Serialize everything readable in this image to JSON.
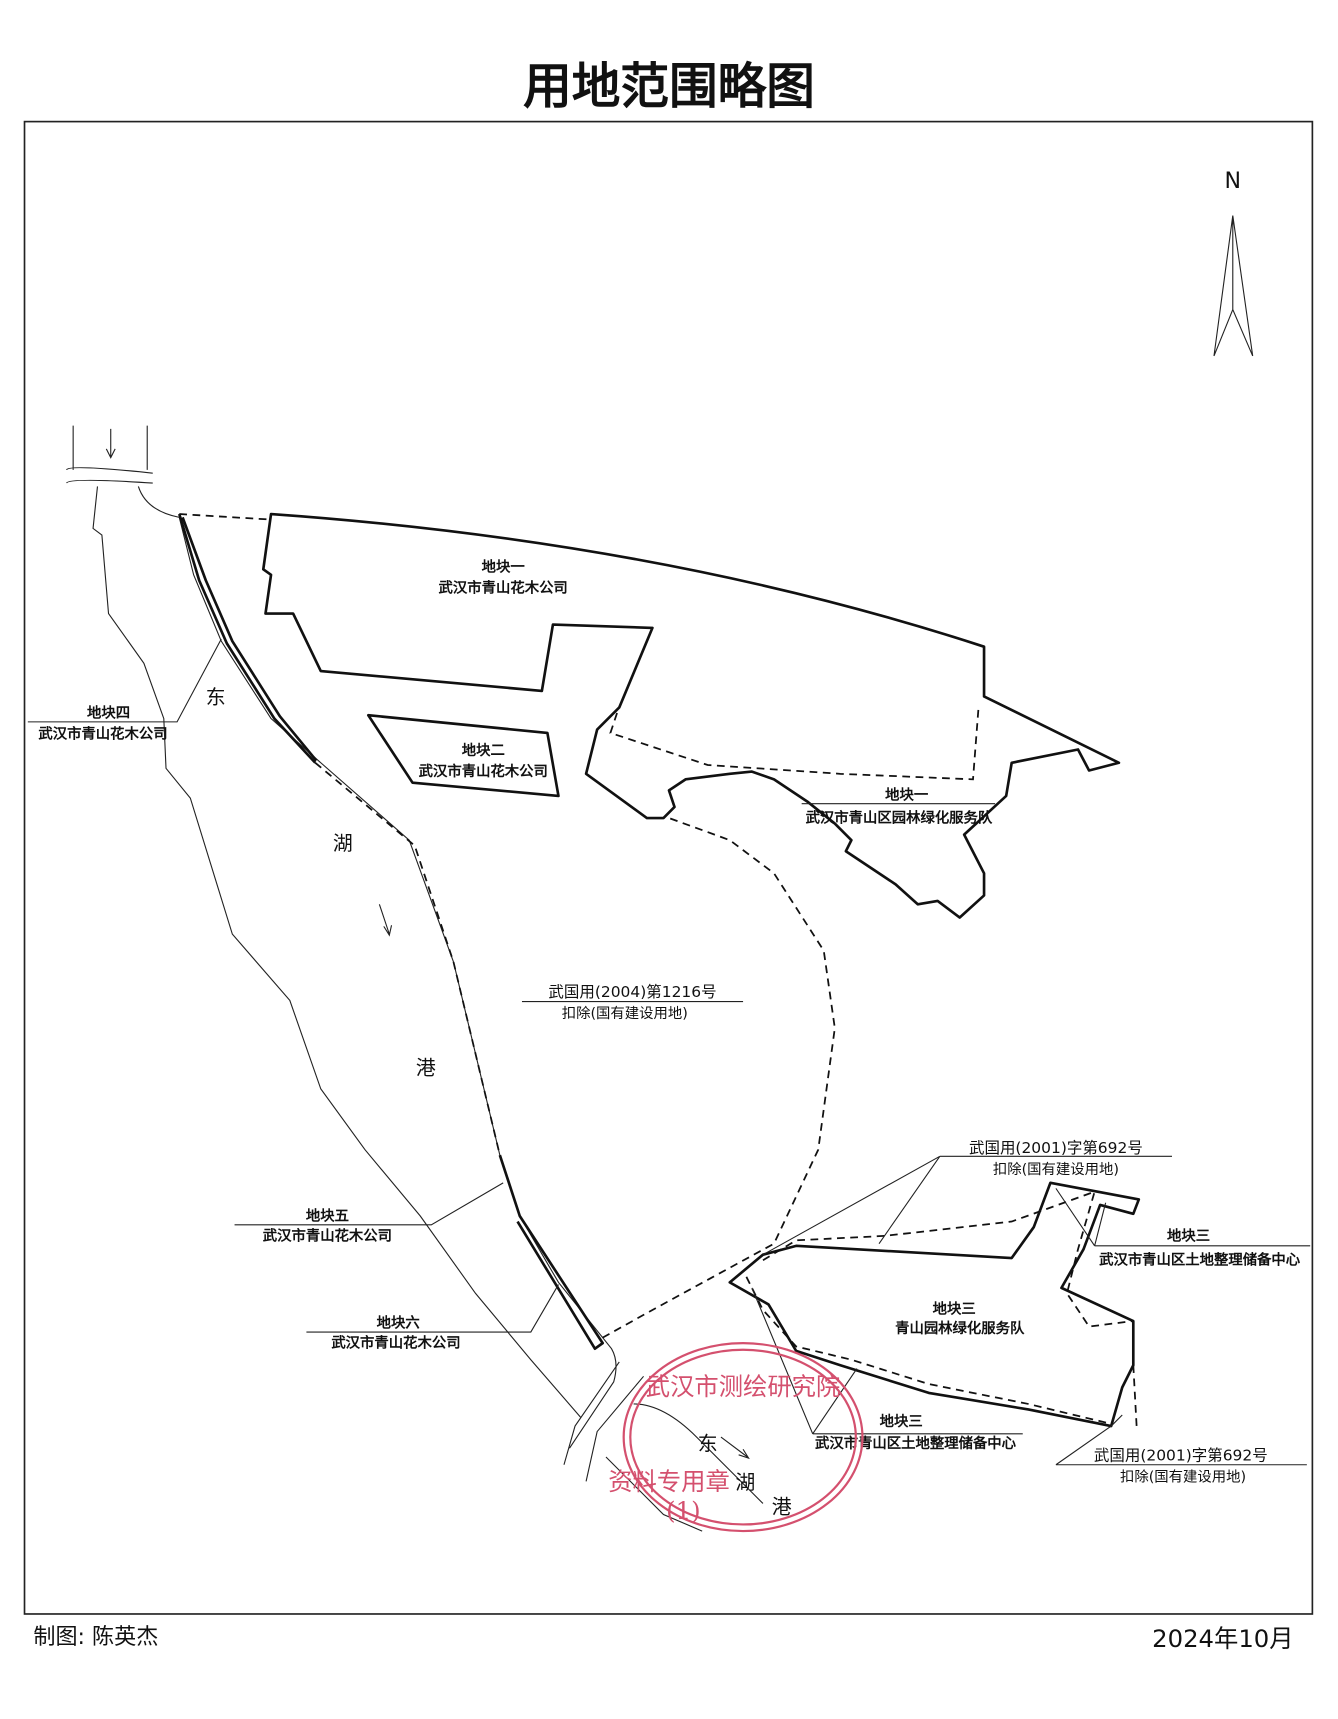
{
  "title": "用地范围略图",
  "north": "N",
  "parcels": {
    "p1_name": "地块一",
    "p1_owner": "武汉市青山花木公司",
    "p1e_name": "地块一",
    "p1e_owner": "武汉市青山区园林绿化服务队",
    "p2_name": "地块二",
    "p2_owner": "武汉市青山花木公司",
    "p3a_name": "地块三",
    "p3a_owner": "武汉市青山区土地整理储备中心",
    "p3b_name": "地块三",
    "p3b_owner": "青山园林绿化服务队",
    "p3c_name": "地块三",
    "p3c_owner": "武汉市青山区土地整理储备中心",
    "p4_name": "地块四",
    "p4_owner": "武汉市青山花木公司",
    "p5_name": "地块五",
    "p5_owner": "武汉市青山花木公司",
    "p6_name": "地块六",
    "p6_owner": "武汉市青山花木公司"
  },
  "certs": {
    "c2004": "武国用(2004)第1216号",
    "c2004_note": "扣除(国有建设用地)",
    "c2001a": "武国用(2001)字第692号",
    "c2001a_note": "扣除(国有建设用地)",
    "c2001b": "武国用(2001)字第692号",
    "c2001b_note": "扣除(国有建设用地)"
  },
  "river": {
    "c1": "东",
    "c2": "湖",
    "c3": "港",
    "d1": "东",
    "d2": "湖",
    "d3": "港"
  },
  "stamp": {
    "top": "武汉市测绘研究院",
    "bottom": "资料专用章",
    "num": "(1)"
  },
  "footer": {
    "author": "制图: 陈英杰",
    "date": "2024年10月"
  }
}
